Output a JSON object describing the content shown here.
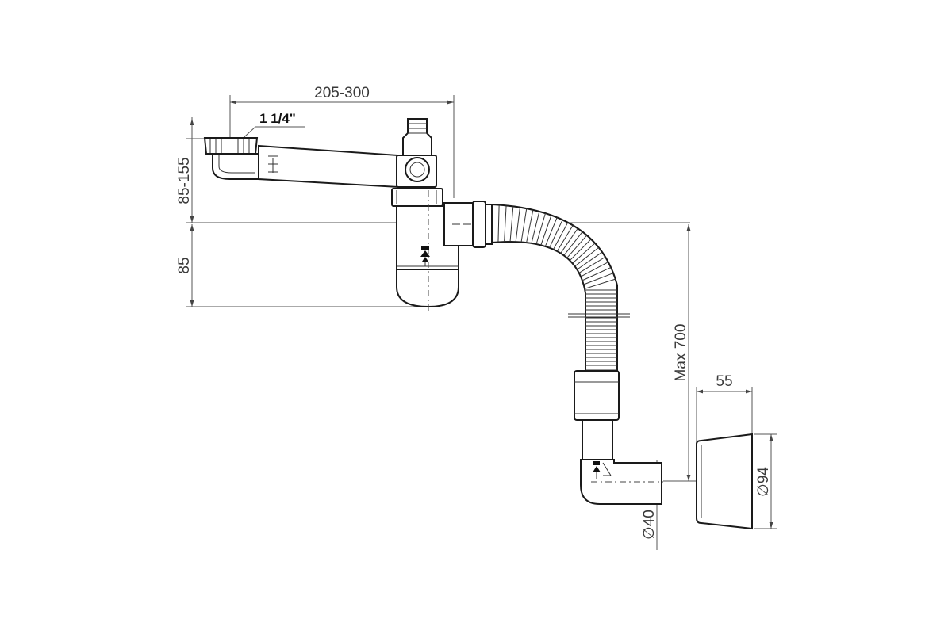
{
  "diagram": {
    "dimensions": {
      "width_range": "205-300",
      "thread_size": "1 1/4\"",
      "height_range": "85-155",
      "trap_height": "85",
      "max_length": "Max 700",
      "wall_cover_depth": "55",
      "wall_cover_diameter": "∅94",
      "outlet_diameter": "∅40"
    }
  }
}
